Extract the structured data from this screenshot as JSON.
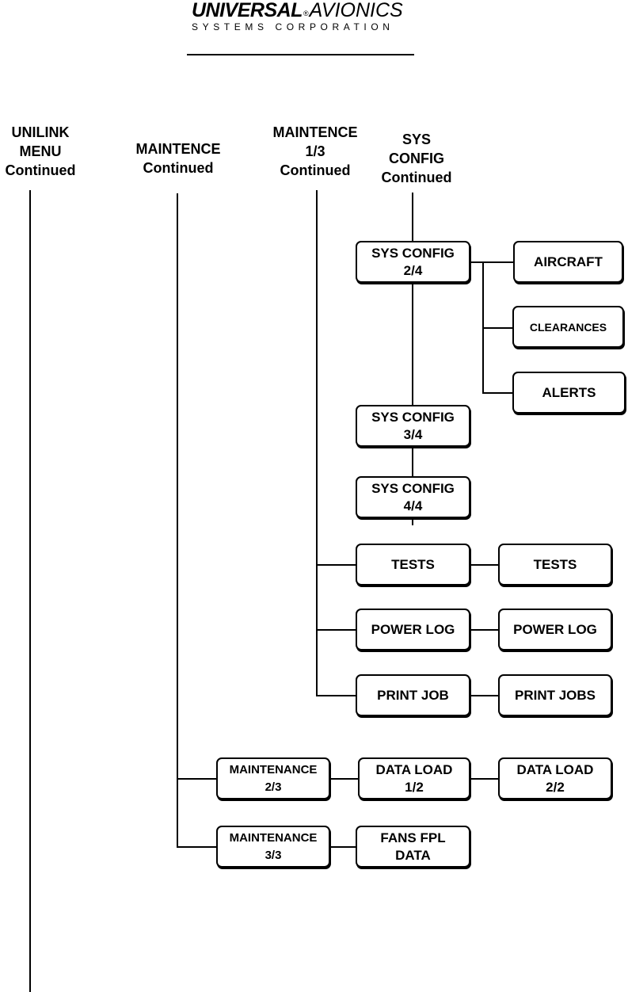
{
  "logo": {
    "brand_bold": "UNIVERSAL",
    "registered": "®",
    "brand_light": "AVIONICS",
    "subtitle": "SYSTEMS CORPORATION"
  },
  "columns": {
    "unilink": "UNILINK\nMENU\nContinued",
    "maintence": "MAINTENCE\nContinued",
    "maintence_13": "MAINTENCE\n1/3\nContinued",
    "sys_config": "SYS\nCONFIG\nContinued"
  },
  "boxes": {
    "sys_config_24": "SYS CONFIG\n2/4",
    "aircraft": "AIRCRAFT",
    "clearances": "CLEARANCES",
    "alerts": "ALERTS",
    "sys_config_34": "SYS CONFIG\n3/4",
    "sys_config_44": "SYS CONFIG\n4/4",
    "tests": "TESTS",
    "tests_sub": "TESTS",
    "power_log": "POWER LOG",
    "power_log_sub": "POWER LOG",
    "print_job": "PRINT JOB",
    "print_jobs": "PRINT JOBS",
    "maintenance_23": "MAINTENANCE\n2/3",
    "data_load_12": "DATA LOAD\n1/2",
    "data_load_22": "DATA LOAD\n2/2",
    "maintenance_33": "MAINTENANCE\n3/3",
    "fans_fpl_data": "FANS FPL\nDATA"
  }
}
